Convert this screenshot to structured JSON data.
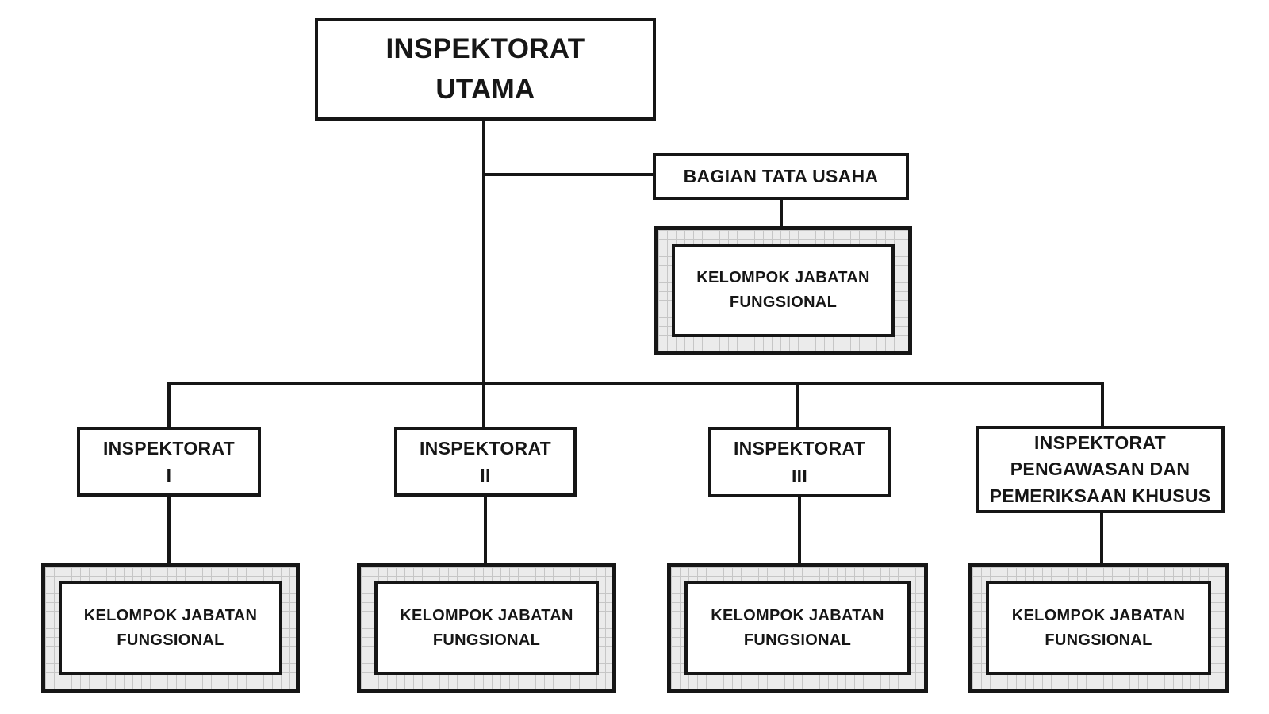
{
  "diagram": {
    "type": "org-chart",
    "colors": {
      "background": "#ffffff",
      "box_fill": "#ffffff",
      "border_and_line": "#161616",
      "text": "#161616",
      "hatch_fill": "#ebebeb",
      "hatch_grid_line": "#c6c6c6"
    },
    "nodes": {
      "inspektorat_utama": {
        "label": "INSPEKTORAT\nUTAMA"
      },
      "bagian_tata_usaha": {
        "label": "BAGIAN TATA USAHA"
      },
      "kjf_tata_usaha": {
        "label": "KELOMPOK JABATAN\nFUNGSIONAL"
      },
      "inspektorat_1": {
        "label": "INSPEKTORAT\nI"
      },
      "inspektorat_2": {
        "label": "INSPEKTORAT\nII"
      },
      "inspektorat_3": {
        "label": "INSPEKTORAT\nIII"
      },
      "inspektorat_khusus": {
        "label": "INSPEKTORAT\nPENGAWASAN DAN\nPEMERIKSAAN KHUSUS"
      },
      "kjf_1": {
        "label": "KELOMPOK JABATAN\nFUNGSIONAL"
      },
      "kjf_2": {
        "label": "KELOMPOK JABATAN\nFUNGSIONAL"
      },
      "kjf_3": {
        "label": "KELOMPOK JABATAN\nFUNGSIONAL"
      },
      "kjf_4": {
        "label": "KELOMPOK JABATAN\nFUNGSIONAL"
      }
    },
    "edges": [
      [
        "inspektorat_utama",
        "bagian_tata_usaha"
      ],
      [
        "bagian_tata_usaha",
        "kjf_tata_usaha"
      ],
      [
        "inspektorat_utama",
        "inspektorat_1"
      ],
      [
        "inspektorat_utama",
        "inspektorat_2"
      ],
      [
        "inspektorat_utama",
        "inspektorat_3"
      ],
      [
        "inspektorat_utama",
        "inspektorat_khusus"
      ],
      [
        "inspektorat_1",
        "kjf_1"
      ],
      [
        "inspektorat_2",
        "kjf_2"
      ],
      [
        "inspektorat_3",
        "kjf_3"
      ],
      [
        "inspektorat_khusus",
        "kjf_4"
      ]
    ]
  }
}
